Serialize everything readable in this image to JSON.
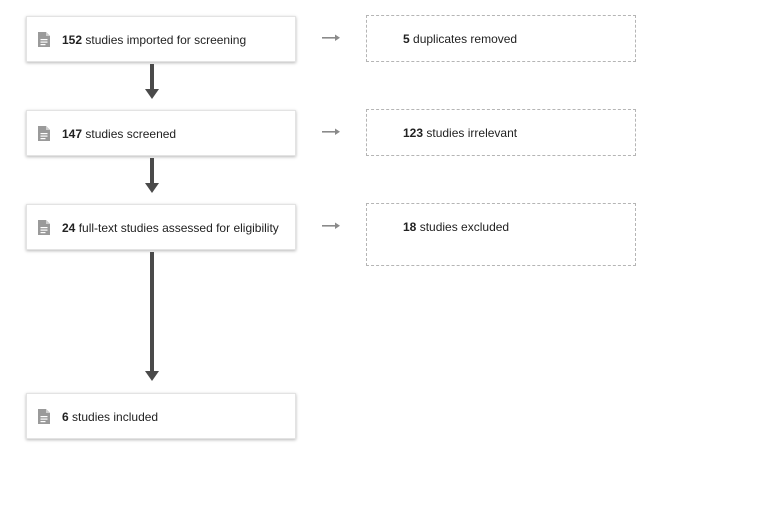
{
  "flow": {
    "stages": [
      {
        "count": "152",
        "text": "studies imported for screening"
      },
      {
        "count": "147",
        "text": "studies screened"
      },
      {
        "count": "24",
        "text": "full-text studies assessed for eligibility"
      },
      {
        "count": "6",
        "text": "studies included"
      }
    ],
    "side": [
      {
        "count": "5",
        "text": "duplicates removed"
      },
      {
        "count": "123",
        "text": "studies irrelevant"
      },
      {
        "count": "18",
        "text": "studies excluded"
      }
    ]
  },
  "icons": {
    "stage": "document-icon",
    "down": "arrow-down-icon",
    "right": "arrow-right-icon"
  },
  "colors": {
    "arrow_dark": "#4a4a4a",
    "arrow_light": "#8a8a8a",
    "icon": "#9a9a9a",
    "dashed_border": "#b5b5b5"
  }
}
